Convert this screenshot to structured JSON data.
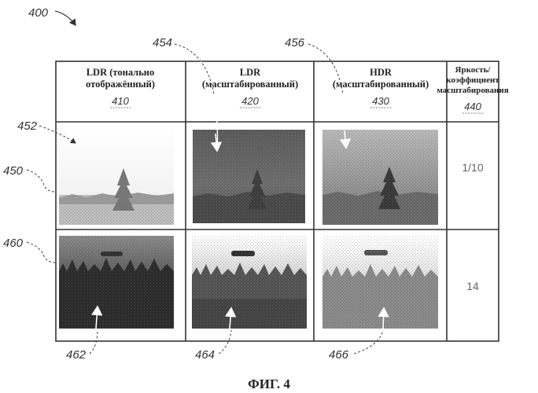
{
  "figure_number": "400",
  "caption": "ФИГ. 4",
  "columns": [
    {
      "line1": "LDR (тонально",
      "line2": "отображённый)",
      "ref": "410"
    },
    {
      "line1": "LDR",
      "line2": "(масштабированный)",
      "ref": "420"
    },
    {
      "line1": "HDR",
      "line2": "(масштабированный)",
      "ref": "430"
    },
    {
      "line1": "Яркость/",
      "line2": "коэффициент",
      "line3": "масштабирования",
      "ref": "440"
    }
  ],
  "rows": [
    {
      "scale_value": "1/10"
    },
    {
      "scale_value": "14"
    }
  ],
  "callouts": {
    "c452": "452",
    "c450": "450",
    "c460": "460",
    "c454": "454",
    "c456": "456",
    "c462": "462",
    "c464": "464",
    "c466": "466"
  }
}
